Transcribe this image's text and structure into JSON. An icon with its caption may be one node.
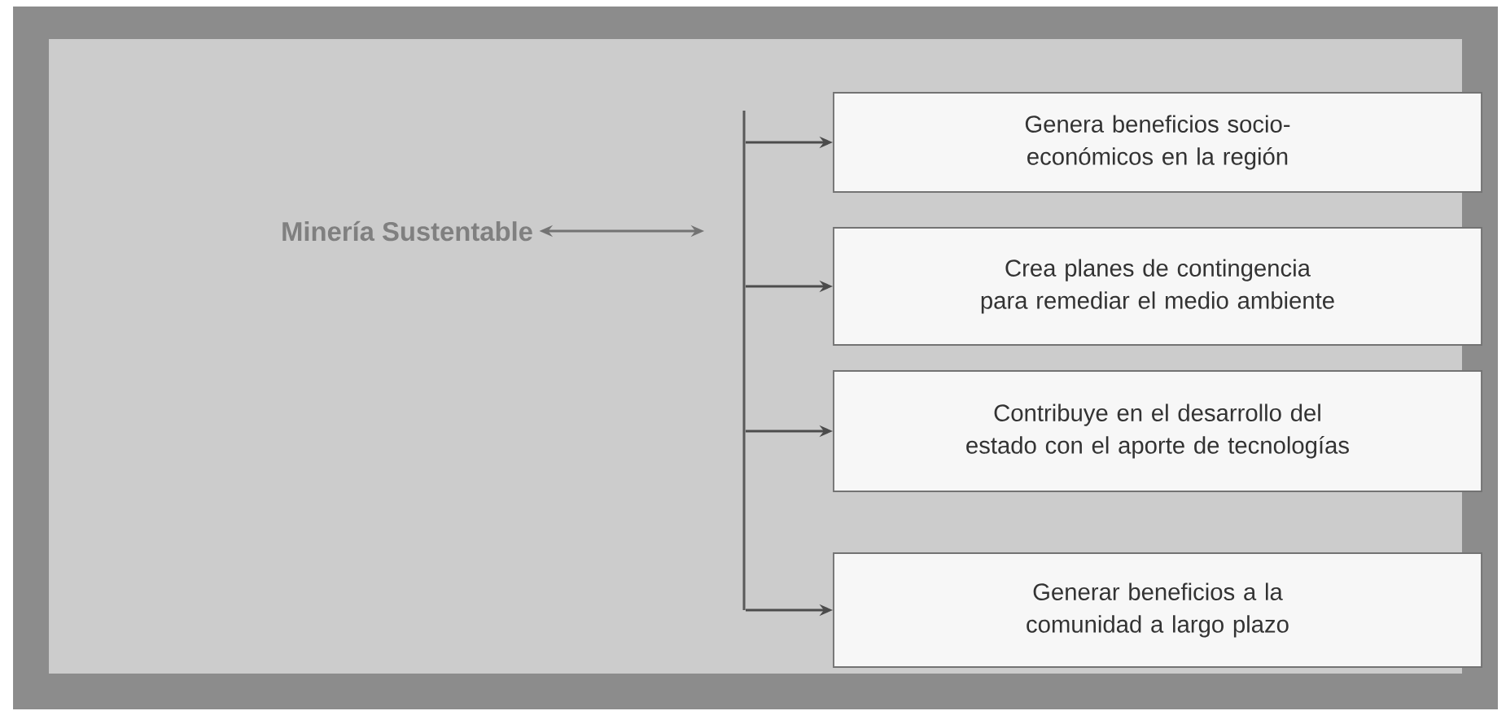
{
  "diagram": {
    "nodes": [
      {
        "text": [
          "Minería Sustentable"
        ]
      },
      {
        "text": [],
        "shape": "bar"
      },
      {
        "text": [
          "Genera beneficios socio-económicos en la región"
        ]
      },
      {
        "text": [
          "Crea planes de contingencia para remediar el medio ambiente"
        ]
      },
      {
        "text": [
          "Contribuye en el desarrollo del estado con el aporte de tecnologías"
        ]
      },
      {
        "text": [
          "Generar beneficios a la comunidad a largo plazo"
        ]
      }
    ],
    "edges": [
      {
        "from": 0,
        "to": 1,
        "arrow": "both"
      },
      {
        "from": 1,
        "to": 2,
        "arrow": "to"
      },
      {
        "from": 1,
        "to": 3,
        "arrow": "to"
      },
      {
        "from": 1,
        "to": 4,
        "arrow": "to"
      },
      {
        "from": 1,
        "to": 5,
        "arrow": "to"
      }
    ]
  }
}
